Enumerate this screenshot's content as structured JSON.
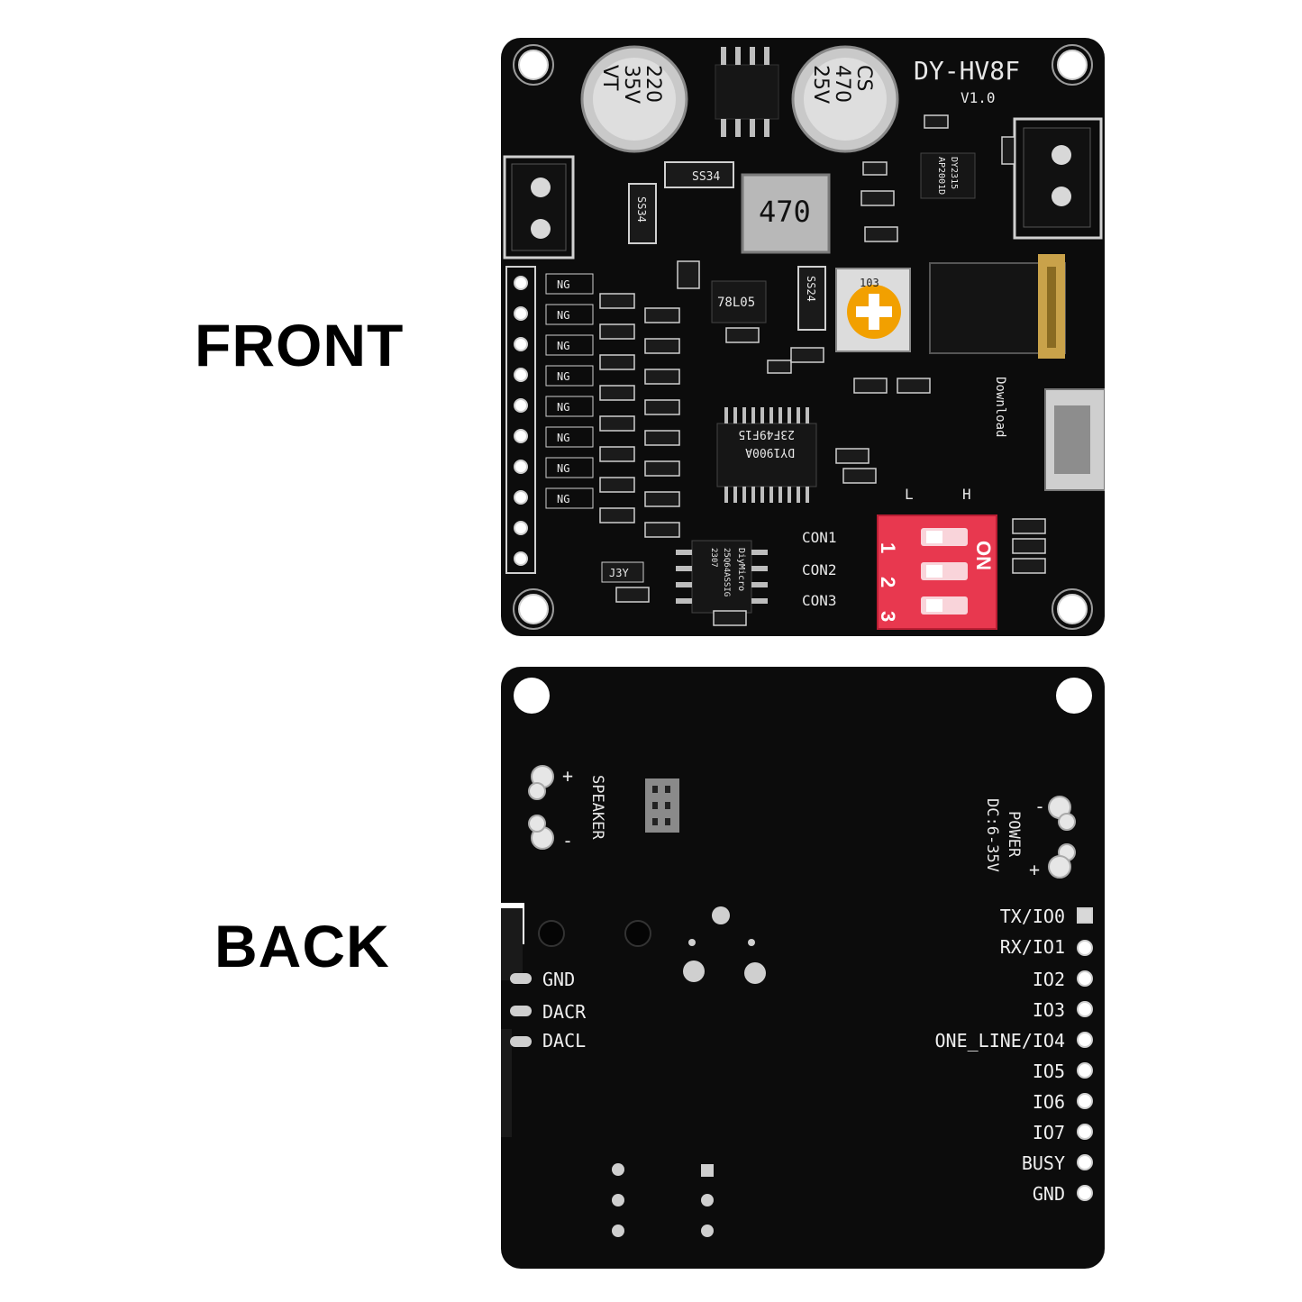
{
  "labels": {
    "front": "FRONT",
    "back": "BACK"
  },
  "front": {
    "model": "DY-HV8F",
    "version": "V1.0",
    "cap_left": [
      "220",
      "35V",
      "VT"
    ],
    "cap_right": [
      "CS",
      "470",
      "25V"
    ],
    "inductor": "470",
    "diode_a": "SS34",
    "diode_b": "SS34",
    "diode_c": "SS24",
    "regulator": "78L05",
    "pot": "103",
    "main_chip": [
      "DY1900A",
      "23F49F15"
    ],
    "flash_chip": [
      "DiyMicro",
      "25Q64ASSIG",
      "2307"
    ],
    "amp_chip": [
      "AP2001D",
      "DY2315"
    ],
    "small_chip": "J3Y",
    "download": "Download",
    "switch_l": "L",
    "switch_h": "H",
    "switch_on": "ON",
    "switch_nums": [
      "1",
      "2",
      "3"
    ],
    "con_labels": [
      "CON1",
      "CON2",
      "CON3"
    ],
    "ng_labels": [
      "NG",
      "NG",
      "NG",
      "NG",
      "NG",
      "NG",
      "NG",
      "NG"
    ],
    "colors": {
      "pcb": "#0c0c0c",
      "switch": "#e8384f",
      "pot": "#f2a000"
    }
  },
  "back": {
    "speaker": "SPEAKER",
    "speaker_plus": "+",
    "speaker_minus": "-",
    "power": "POWER",
    "power_range": "DC:6-35V",
    "power_minus": "-",
    "power_plus": "+",
    "audio_pins": [
      "GND",
      "DACR",
      "DACL"
    ],
    "io_pins": [
      "TX/IO0",
      "RX/IO1",
      "IO2",
      "IO3",
      "ONE_LINE/IO4",
      "IO5",
      "IO6",
      "IO7",
      "BUSY",
      "GND"
    ]
  }
}
